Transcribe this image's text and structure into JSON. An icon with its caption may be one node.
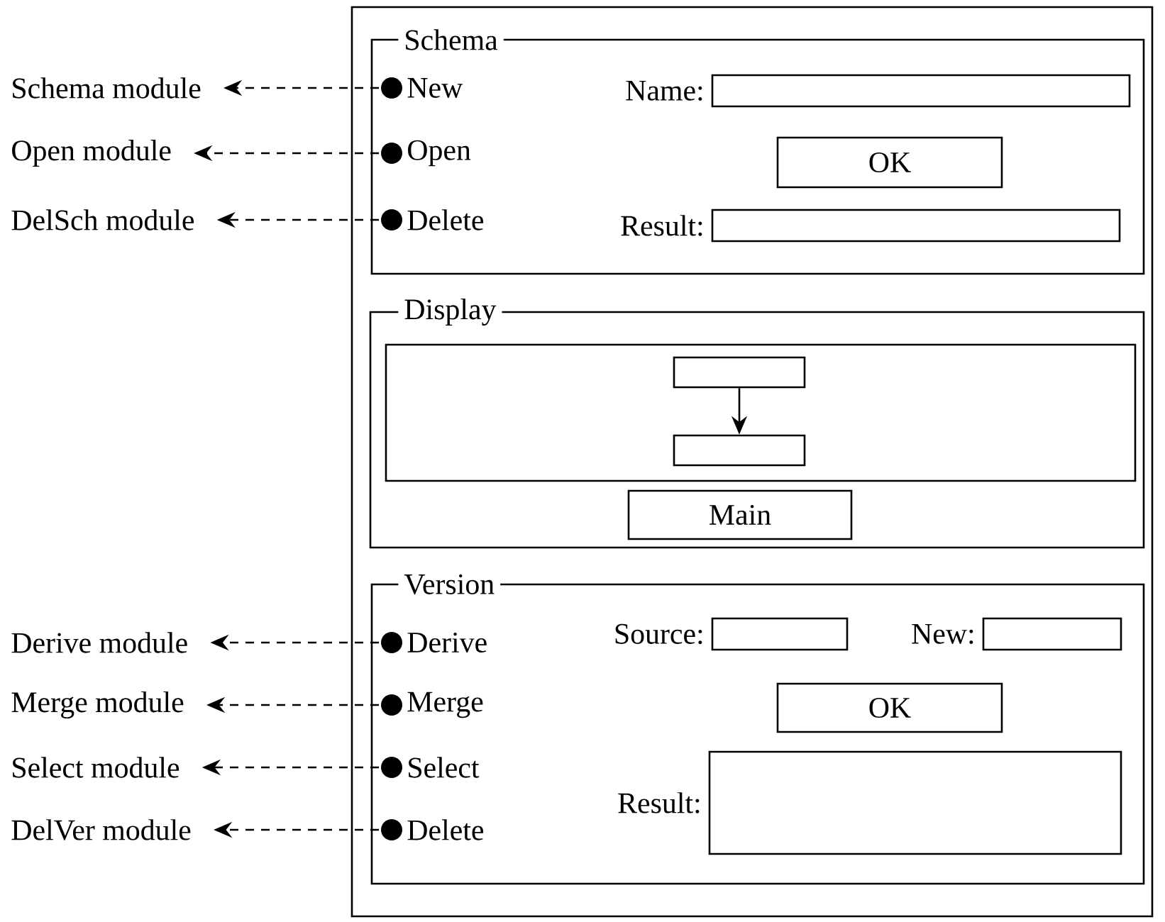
{
  "diagram": {
    "nodes": [
      {
        "text": [],
        "shape": "box"
      },
      {
        "text": [
          "Schema"
        ],
        "in": 0
      },
      {
        "text": [
          "New"
        ],
        "in": 1
      },
      {
        "text": [
          "Open"
        ],
        "in": 1
      },
      {
        "text": [
          "Delete"
        ],
        "in": 1
      },
      {
        "text": [],
        "shape": "box",
        "in": 1,
        "beside": [
          "Name:"
        ]
      },
      {
        "text": [
          "OK"
        ],
        "in": 1
      },
      {
        "text": [],
        "shape": "box",
        "in": 1,
        "beside": [
          "Result:"
        ]
      },
      {
        "text": [
          "Display"
        ],
        "in": 0
      },
      {
        "text": [],
        "shape": "box",
        "in": 8
      },
      {
        "text": [],
        "shape": "box",
        "in": 9
      },
      {
        "text": [],
        "shape": "box",
        "in": 9
      },
      {
        "text": [
          "Main"
        ],
        "in": 8
      },
      {
        "text": [
          "Version"
        ],
        "in": 0
      },
      {
        "text": [
          "Derive"
        ],
        "in": 13
      },
      {
        "text": [
          "Merge"
        ],
        "in": 13
      },
      {
        "text": [
          "Select"
        ],
        "in": 13
      },
      {
        "text": [
          "Delete"
        ],
        "in": 13
      },
      {
        "text": [],
        "shape": "box",
        "in": 13,
        "beside": [
          "Source:"
        ]
      },
      {
        "text": [],
        "shape": "box",
        "in": 13,
        "beside": [
          "New:"
        ]
      },
      {
        "text": [
          "OK"
        ],
        "in": 13
      },
      {
        "text": [],
        "shape": "box",
        "in": 13,
        "beside": [
          "Result:"
        ]
      },
      {
        "text": [
          "Schema module"
        ]
      },
      {
        "text": [
          "Open module"
        ]
      },
      {
        "text": [
          "DelSch module"
        ]
      },
      {
        "text": [
          "Derive module"
        ]
      },
      {
        "text": [
          "Merge module"
        ]
      },
      {
        "text": [
          "Select module"
        ]
      },
      {
        "text": [
          "DelVer module"
        ]
      }
    ],
    "edges": [
      {
        "from": 2,
        "to": 22,
        "arrow": "to",
        "style": "dashed"
      },
      {
        "from": 3,
        "to": 23,
        "arrow": "to",
        "style": "dashed"
      },
      {
        "from": 4,
        "to": 24,
        "arrow": "to",
        "style": "dashed"
      },
      {
        "from": 10,
        "to": 11,
        "arrow": "to"
      },
      {
        "from": 14,
        "to": 25,
        "arrow": "to",
        "style": "dashed"
      },
      {
        "from": 15,
        "to": 26,
        "arrow": "to",
        "style": "dashed"
      },
      {
        "from": 16,
        "to": 27,
        "arrow": "to",
        "style": "dashed"
      },
      {
        "from": 17,
        "to": 28,
        "arrow": "to",
        "style": "dashed"
      }
    ]
  }
}
